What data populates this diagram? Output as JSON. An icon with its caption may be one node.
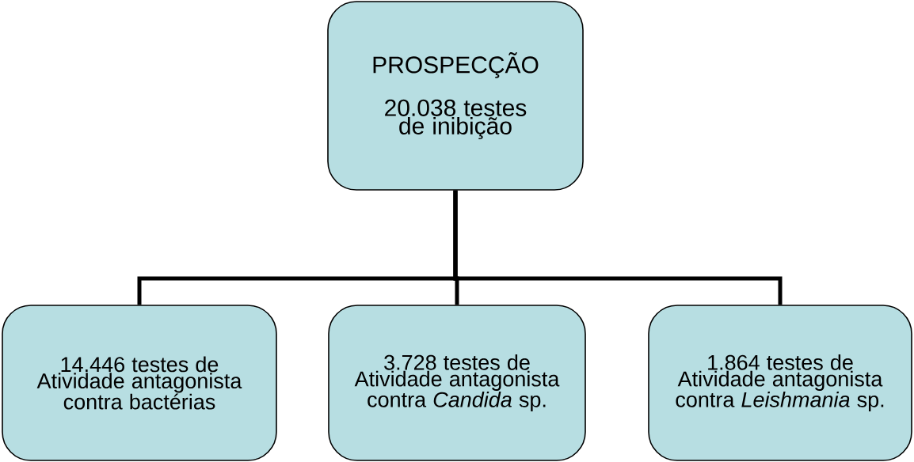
{
  "diagram": {
    "nodes": [
      {
        "text": [
          "PROSPECÇÃO",
          "20.038 testes de inibição"
        ]
      },
      {
        "text": [
          "14.446 testes de Atividade antagonista contra bactérias"
        ]
      },
      {
        "text": [
          "3.728 testes de Atividade antagonista contra *Candida* sp."
        ]
      },
      {
        "text": [
          "1.864 testes de Atividade antagonista contra *Leishmania* sp."
        ]
      }
    ],
    "edges": [
      {
        "from": 0,
        "to": 1,
        "arrow": "none"
      },
      {
        "from": 0,
        "to": 2,
        "arrow": "none"
      },
      {
        "from": 0,
        "to": 3,
        "arrow": "none"
      }
    ]
  }
}
